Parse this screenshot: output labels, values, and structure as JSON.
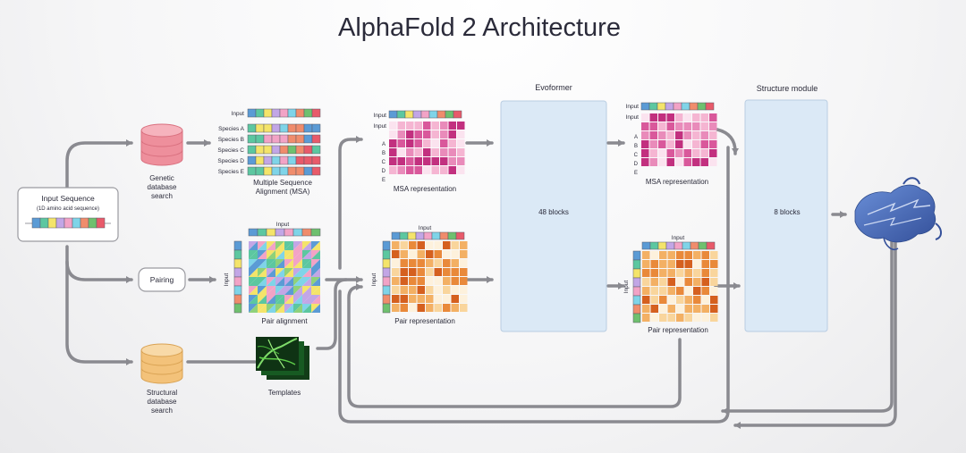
{
  "title": "AlphaFold 2 Architecture",
  "input_sequence": {
    "title": "Input Sequence",
    "subtitle": "(1D amino acid sequence)"
  },
  "genetic_db": {
    "line1": "Genetic",
    "line2": "database",
    "line3": "search"
  },
  "structural_db": {
    "line1": "Structural",
    "line2": "database",
    "line3": "search"
  },
  "pairing": "Pairing",
  "msa": {
    "input_label": "Input",
    "species": [
      "Species A",
      "Species B",
      "Species C",
      "Species D",
      "Species E"
    ],
    "caption_line1": "Multiple Sequence",
    "caption_line2": "Alignment (MSA)"
  },
  "pair_alignment": {
    "input_top": "Input",
    "input_side": "Input",
    "caption": "Pair alignment"
  },
  "templates": {
    "caption": "Templates"
  },
  "msa_rep_1": {
    "input1": "Input",
    "input2": "Input",
    "rows": [
      "A",
      "B",
      "C",
      "D",
      "E"
    ],
    "caption": "MSA representation"
  },
  "pair_rep_1": {
    "input_top": "Input",
    "input_side": "Input",
    "caption": "Pair representation"
  },
  "evoformer": {
    "title": "Evoformer",
    "blocks": "48 blocks"
  },
  "msa_rep_2": {
    "input1": "Input",
    "input2": "Input",
    "rows": [
      "A",
      "B",
      "C",
      "D",
      "E"
    ],
    "caption": "MSA representation"
  },
  "pair_rep_2": {
    "input_top": "Input",
    "input_side": "Input",
    "caption": "Pair representation"
  },
  "structure_module": {
    "title": "Structure module",
    "blocks": "8 blocks"
  },
  "colors": {
    "input_tokens": [
      "#5b9bd5",
      "#5cc7a0",
      "#f4e46a",
      "#c2a6e6",
      "#f2a3c6",
      "#7fd4e8",
      "#f08c6c",
      "#6fc06f",
      "#e85a6a"
    ],
    "msa_pink": [
      "#fbe3ef",
      "#f5b5d2",
      "#e98bba",
      "#d9589b",
      "#c2307f"
    ],
    "pair_orange": [
      "#fdf1dc",
      "#f9d59c",
      "#f3b064",
      "#e9893a",
      "#d5601f"
    ],
    "block_fill": "#dbe9f6",
    "genetic_db": "#ee8f9c",
    "structural_db": "#f3c27a",
    "protein": "#4a6fc0",
    "arrow": "#8a8a90"
  }
}
